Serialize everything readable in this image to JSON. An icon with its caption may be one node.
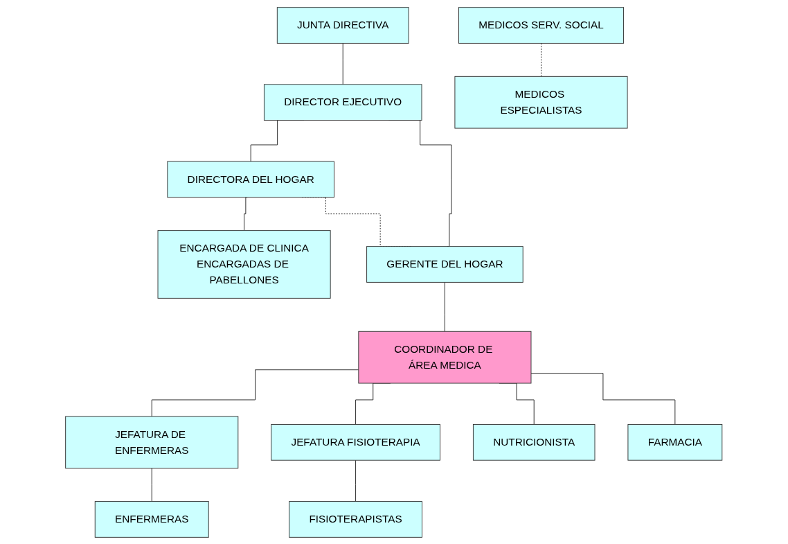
{
  "diagram": {
    "nodes": [
      {
        "text": [
          "JUNTA DIRECTIVA"
        ]
      },
      {
        "text": [
          "DIRECTOR EJECUTIVO"
        ]
      },
      {
        "text": [
          "DIRECTORA DEL HOGAR"
        ]
      },
      {
        "text": [
          "ENCARGADA DE CLINICA",
          "ENCARGADAS DE PABELLONES"
        ]
      },
      {
        "text": [
          "GERENTE DEL HOGAR"
        ]
      },
      {
        "text": [
          "COORDINADOR DE ÁREA MEDICA"
        ]
      },
      {
        "text": [
          "MEDICOS SERV. SOCIAL"
        ]
      },
      {
        "text": [
          "MEDICOS ESPECIALISTAS"
        ]
      },
      {
        "text": [
          "JEFATURA DE ENFERMERAS"
        ]
      },
      {
        "text": [
          "JEFATURA FISIOTERAPIA"
        ]
      },
      {
        "text": [
          "NUTRICIONISTA"
        ]
      },
      {
        "text": [
          "FARMACIA"
        ]
      },
      {
        "text": [
          "ENFERMERAS"
        ]
      },
      {
        "text": [
          "FISIOTERAPISTAS"
        ]
      }
    ],
    "edges": [
      {
        "from": 0,
        "to": 1,
        "arrow": "none"
      },
      {
        "from": 1,
        "to": 2,
        "arrow": "none"
      },
      {
        "from": 2,
        "to": 3,
        "arrow": "none"
      },
      {
        "from": 2,
        "to": 4,
        "arrow": "none",
        "style": "dashed"
      },
      {
        "from": 1,
        "to": 4,
        "arrow": "none"
      },
      {
        "from": 4,
        "to": 5,
        "arrow": "none"
      },
      {
        "from": 6,
        "to": 7,
        "arrow": "none",
        "style": "dashed"
      },
      {
        "from": 5,
        "to": 8,
        "arrow": "none"
      },
      {
        "from": 5,
        "to": 9,
        "arrow": "none"
      },
      {
        "from": 5,
        "to": 10,
        "arrow": "none"
      },
      {
        "from": 5,
        "to": 11,
        "arrow": "none"
      },
      {
        "from": 8,
        "to": 12,
        "arrow": "none"
      },
      {
        "from": 9,
        "to": 13,
        "arrow": "none"
      }
    ]
  }
}
